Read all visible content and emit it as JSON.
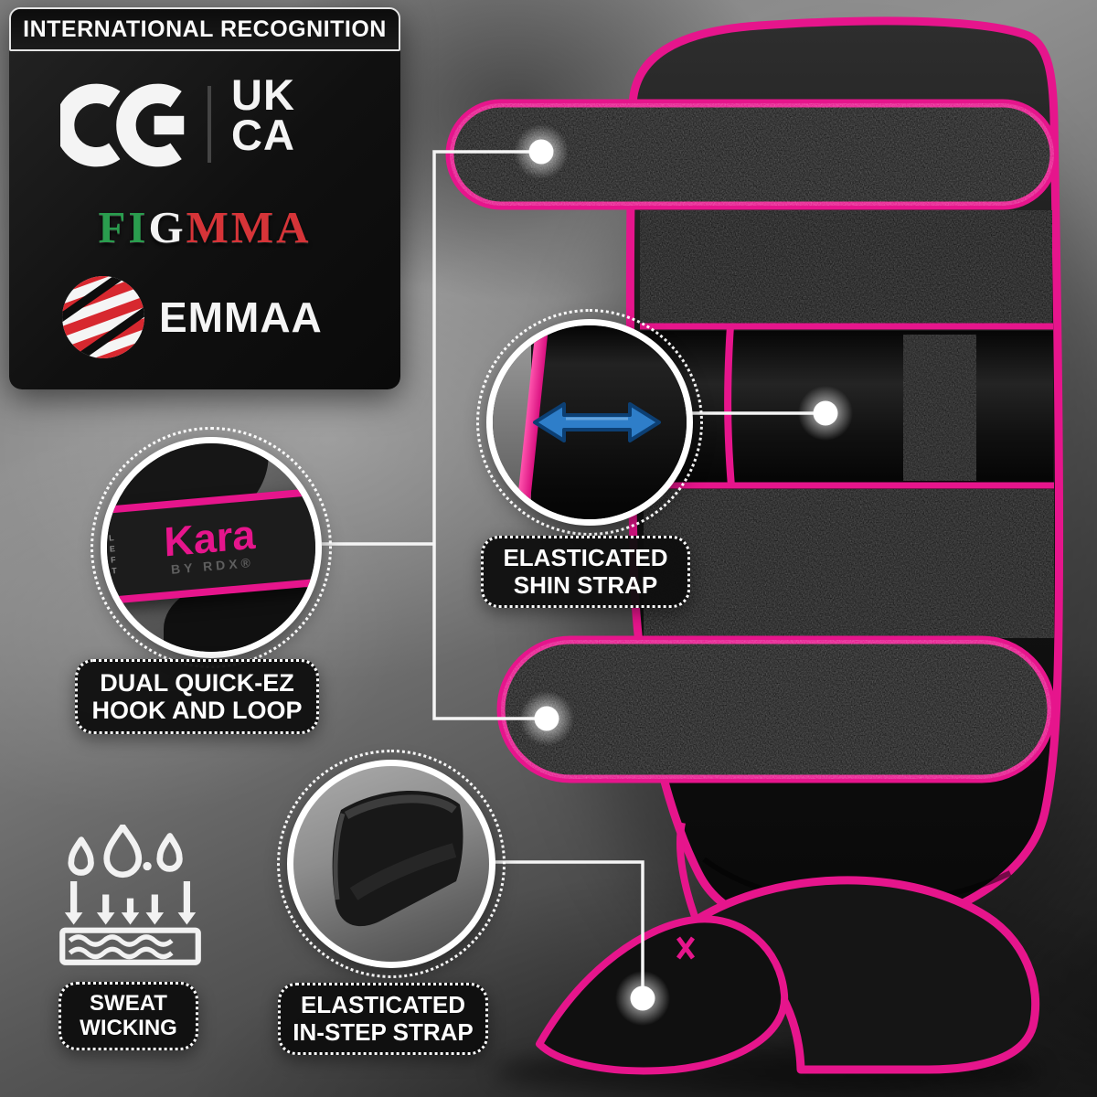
{
  "panel": {
    "title": "INTERNATIONAL RECOGNITION",
    "ce_mark": "CE",
    "ukca": {
      "line1": "UK",
      "line2": "CA"
    },
    "figmma": {
      "fi": "FI",
      "g": "G",
      "mma": "MMA"
    },
    "emmaa": "EMMAA"
  },
  "product": {
    "brand": "Kara",
    "sub_brand": "BY RDX®",
    "side_label": "LEFT"
  },
  "callouts": {
    "dual_hook_loop": {
      "line1": "DUAL QUICK-EZ",
      "line2": "HOOK AND LOOP"
    },
    "shin_strap": {
      "line1": "ELASTICATED",
      "line2": "SHIN STRAP"
    },
    "sweat_wicking": {
      "line1": "SWEAT",
      "line2": "WICKING"
    },
    "instep_strap": {
      "line1": "ELASTICATED",
      "line2": "IN-STEP STRAP"
    }
  },
  "icons": {
    "double_arrow": "blue-double-arrow-icon",
    "droplets": "water-droplets-icon",
    "down_arrows": "down-arrows-icon",
    "fabric": "wavy-fabric-icon",
    "ce": "ce-mark-icon",
    "ukca": "ukca-mark",
    "figmma": "figmma-logo",
    "emmaa_ball": "emmaa-striped-ball-logo",
    "callout_dot": "glowing-dot-marker"
  },
  "colors": {
    "trim_pink": "#e6158c",
    "arrow_blue": "#2e7ec9",
    "figmma_green": "#2a9d4e",
    "figmma_white": "#f2f2f2",
    "figmma_red": "#d63438",
    "emmaa_red": "#d7282f",
    "background_grey": "#757575"
  }
}
